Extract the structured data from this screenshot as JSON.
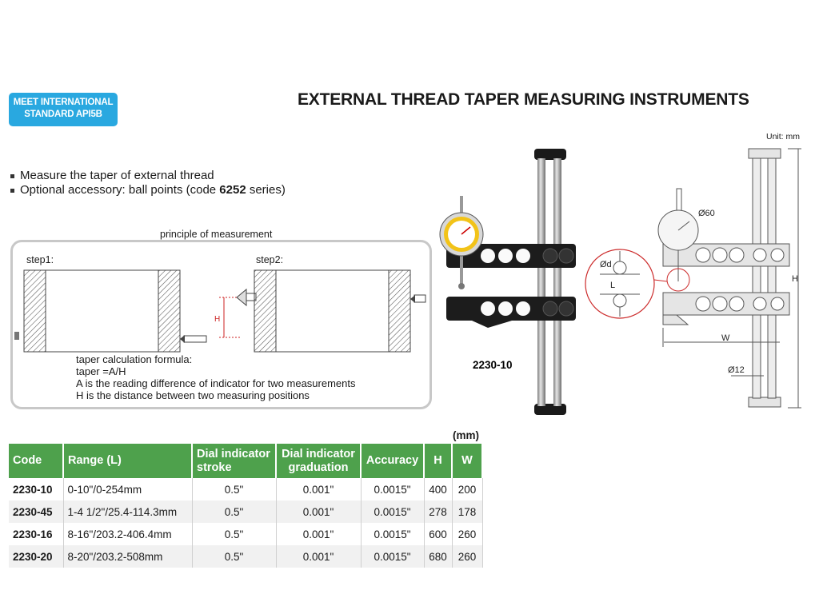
{
  "badge": {
    "line1": "MEET INTERNATIONAL",
    "line2": "STANDARD API5B"
  },
  "title": "EXTERNAL THREAD TAPER MEASURING INSTRUMENTS",
  "features": [
    {
      "text": "Measure the taper of external thread",
      "code": "",
      "suffix": ""
    },
    {
      "text": "Optional accessory: ball points (code ",
      "code": "6252",
      "suffix": " series)"
    }
  ],
  "unit_note": "Unit: mm",
  "principle": {
    "heading": "principle of measurement",
    "step1": "step1:",
    "step2": "step2:",
    "h_mark": "H",
    "formula": [
      "taper calculation formula:",
      "taper =A/H",
      "A is the reading difference of indicator for two measurements",
      "H is the distance between two measuring positions"
    ]
  },
  "product_label": "2230-10",
  "drawing_labels": {
    "phi_d": "Ød",
    "l": "L",
    "phi60": "Ø60",
    "h": "H",
    "w": "W",
    "phi12": "Ø12"
  },
  "table": {
    "unit": "(mm)",
    "headers": {
      "code": "Code",
      "range": "Range (L)",
      "stroke1": "Dial indicator",
      "stroke2": "stroke",
      "grad1": "Dial indicator",
      "grad2": "graduation",
      "accuracy": "Accuracy",
      "h": "H",
      "w": "W"
    },
    "rows": [
      {
        "code": "2230-10",
        "range": "0-10\"/0-254mm",
        "stroke": "0.5\"",
        "graduation": "0.001\"",
        "accuracy": "0.0015\"",
        "h": "400",
        "w": "200"
      },
      {
        "code": "2230-45",
        "range": "1-4 1/2\"/25.4-114.3mm",
        "stroke": "0.5\"",
        "graduation": "0.001\"",
        "accuracy": "0.0015\"",
        "h": "278",
        "w": "178"
      },
      {
        "code": "2230-16",
        "range": "8-16\"/203.2-406.4mm",
        "stroke": "0.5\"",
        "graduation": "0.001\"",
        "accuracy": "0.0015\"",
        "h": "600",
        "w": "260"
      },
      {
        "code": "2230-20",
        "range": "8-20\"/203.2-508mm",
        "stroke": "0.5\"",
        "graduation": "0.001\"",
        "accuracy": "0.0015\"",
        "h": "680",
        "w": "260"
      }
    ]
  },
  "colors": {
    "badge": "#29a8e0",
    "table_header": "#4ea14c",
    "dial_face": "#f2c318",
    "detail_circle": "#cc2b2b"
  }
}
